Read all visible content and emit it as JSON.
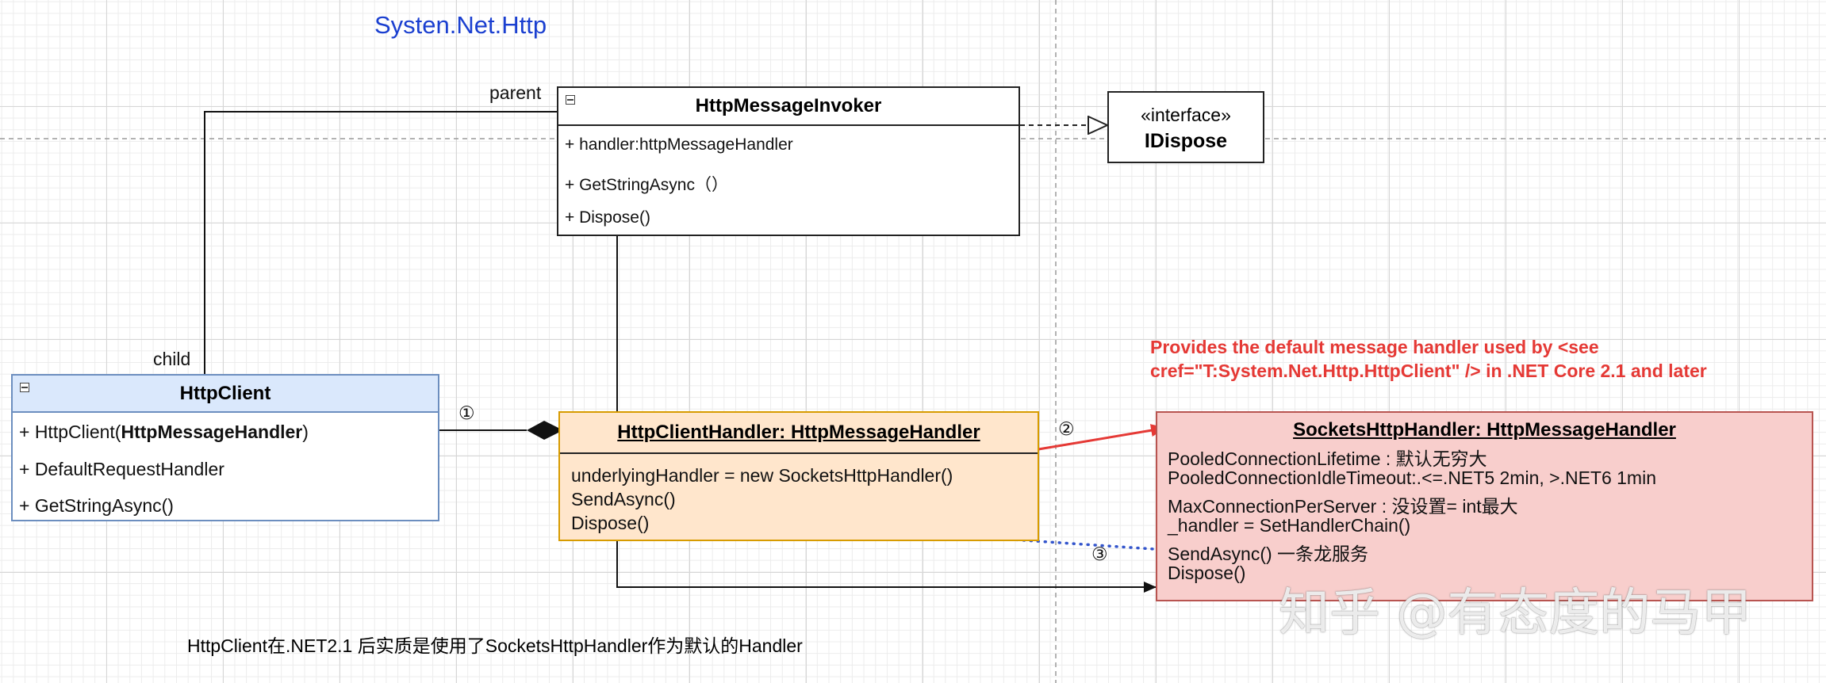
{
  "title": "Systen.Net.Http",
  "invoker": {
    "name": "HttpMessageInvoker",
    "members": [
      "+ handler:httpMessageHandler",
      "+ GetStringAsync（）",
      "+ Dispose()"
    ]
  },
  "interface": {
    "stereotype": "«interface»",
    "name": "IDispose"
  },
  "httpclient": {
    "name": "HttpClient",
    "ctor_prefix": "+ HttpClient(",
    "ctor_param": "HttpMessageHandler",
    "ctor_suffix": ")",
    "members": [
      "+ DefaultRequestHandler",
      "+ GetStringAsync()"
    ]
  },
  "handler": {
    "name": "HttpClientHandler: HttpMessageHandler",
    "members": [
      "underlyingHandler = new SocketsHttpHandler()",
      "SendAsync()",
      "Dispose()"
    ]
  },
  "sockets": {
    "name": "SocketsHttpHandler:  HttpMessageHandler",
    "members": [
      "PooledConnectionLifetime : 默认无穷大",
      "PooledConnectionIdleTimeout:.<=.NET5 2min, >.NET6 1min",
      "MaxConnectionPerServer : 没设置= int最大",
      "_handler = SetHandlerChain()",
      "SendAsync()  一条龙服务",
      "Dispose()"
    ]
  },
  "labels": {
    "parent": "parent",
    "child": "child",
    "marker1": "①",
    "marker2": "②",
    "marker3": "③"
  },
  "note": {
    "line1": "Provides the default message handler used by <see",
    "line2": "cref=\"T:System.Net.Http.HttpClient\" /> in .NET Core 2.1 and later"
  },
  "caption": "HttpClient在.NET2.1 后实质是使用了SocketsHttpHandler作为默认的Handler",
  "watermark": "知乎 @有态度的马甲",
  "colors": {
    "title": "#1a3fd0",
    "note": "#e53935",
    "httpclient_fill": "#dae8fc",
    "httpclient_border": "#6c8ebf",
    "handler_fill": "#ffe6cc",
    "handler_border": "#d79b00",
    "sockets_fill": "#f8cecc",
    "sockets_border": "#b85450",
    "dotted_link": "#3355cc"
  }
}
